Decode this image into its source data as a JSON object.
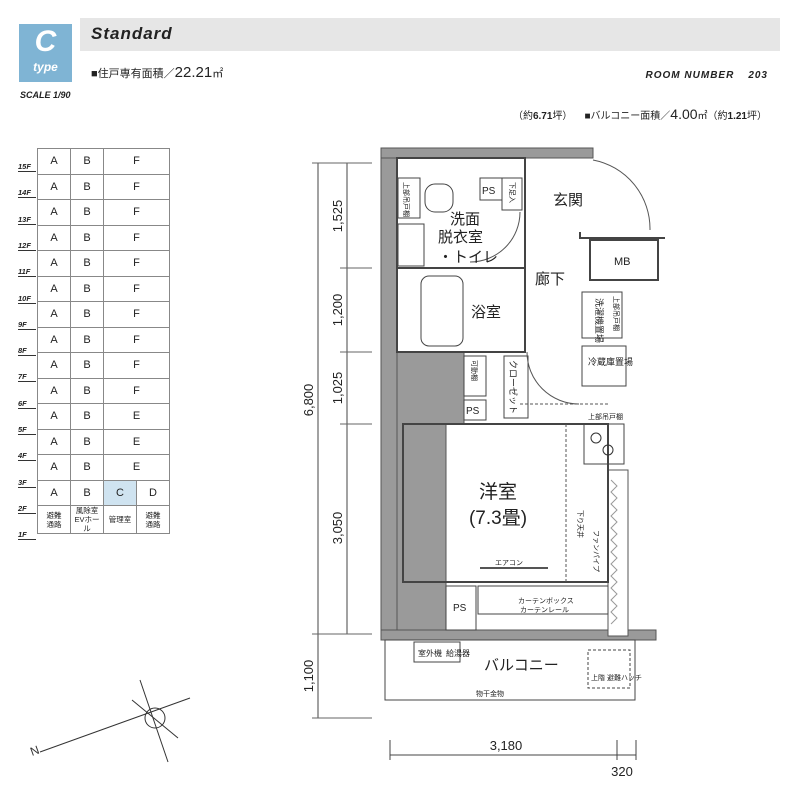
{
  "header": {
    "type_letter": "C",
    "type_word": "type",
    "scale": "SCALE 1/90",
    "title": "Standard",
    "area_label": "■住戸専有面積／",
    "area_value": "22.21",
    "area_unit": "㎡",
    "room_number_label": "ROOM NUMBER",
    "room_number_value": "203",
    "tsubo_prefix": "（約",
    "tsubo_value": "6.71",
    "tsubo_suffix": "坪）",
    "balcony_label": "■バルコニー面積／",
    "balcony_value": "4.00",
    "balcony_unit": "㎡",
    "balcony_tsubo_prefix": "（約",
    "balcony_tsubo_value": "1.21",
    "balcony_tsubo_suffix": "坪）"
  },
  "floors": {
    "labels": [
      "15F",
      "14F",
      "13F",
      "12F",
      "11F",
      "10F",
      "9F",
      "8F",
      "7F",
      "6F",
      "5F",
      "4F",
      "3F",
      "2F",
      "1F"
    ],
    "rows": [
      [
        "A",
        "B",
        "F"
      ],
      [
        "A",
        "B",
        "F"
      ],
      [
        "A",
        "B",
        "F"
      ],
      [
        "A",
        "B",
        "F"
      ],
      [
        "A",
        "B",
        "F"
      ],
      [
        "A",
        "B",
        "F"
      ],
      [
        "A",
        "B",
        "F"
      ],
      [
        "A",
        "B",
        "F"
      ],
      [
        "A",
        "B",
        "F"
      ],
      [
        "A",
        "B",
        "F"
      ],
      [
        "A",
        "B",
        "E"
      ],
      [
        "A",
        "B",
        "E"
      ],
      [
        "A",
        "B",
        "E"
      ],
      [
        "A",
        "B",
        "C",
        "D"
      ],
      [
        "避難\n通路",
        "風除室\nEVホール",
        "管理室",
        "避難\n通路"
      ]
    ],
    "highlight": "C"
  },
  "plan": {
    "dims_left": [
      "1,525",
      "1,200",
      "1,025",
      "3,050"
    ],
    "dim_total": "6,800",
    "dim_balcony": "1,100",
    "dim_width": "3,180",
    "dim_width2": "320",
    "rooms": {
      "genkan": "玄関",
      "senmen": "洗面",
      "datsui": "脱衣室",
      "toilet": "・トイレ",
      "rouka": "廊下",
      "yokushitsu": "浴室",
      "mb": "MB",
      "ps1": "PS",
      "ps2": "PS",
      "ps3": "PS",
      "yoshitsu": "洋室",
      "yoshitsu_size": "(7.3畳)",
      "balcony": "バルコニー"
    },
    "labels": {
      "shitasoku": "下足入",
      "joubu_todana": "上部吊戸棚",
      "sentakuki": "洗濯機置場",
      "joubu_todana2": "上部吊戸棚",
      "kadou": "可動棚",
      "closet": "クローゼット",
      "reizouko": "冷蔵庫置場",
      "joubu_todana3": "上部吊戸棚",
      "sagari": "下り天井",
      "fanpipe": "ファンパイプ",
      "aircon": "エアコン",
      "curtain_box": "カーテンボックス",
      "curtain_rail": "カーテンレール",
      "shitsugaiki": "室外機",
      "kyutouki": "給湯器",
      "monohoshi": "物干金物",
      "hinan_hatch": "上階\n避難ハッチ"
    }
  }
}
